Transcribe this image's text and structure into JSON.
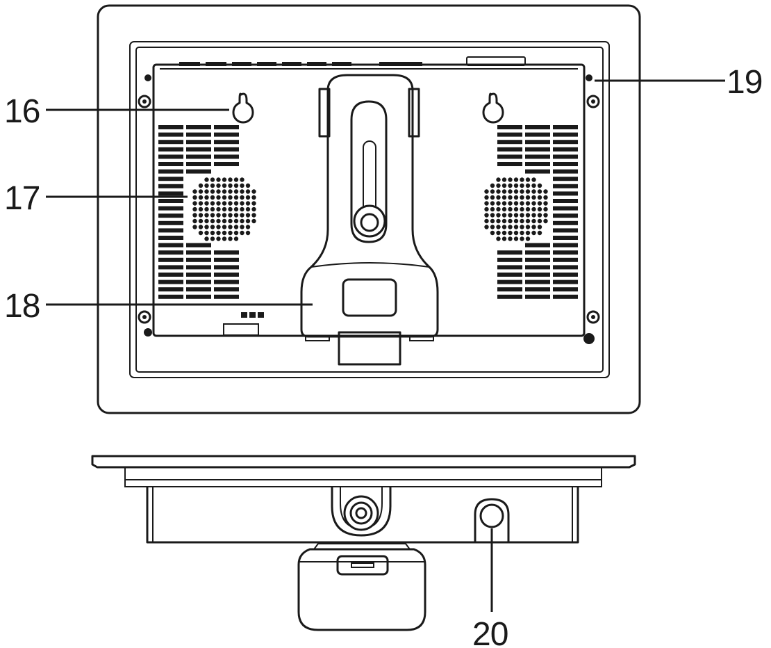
{
  "callouts": [
    {
      "id": "16",
      "text": "16"
    },
    {
      "id": "17",
      "text": "17"
    },
    {
      "id": "18",
      "text": "18"
    },
    {
      "id": "19",
      "text": "19"
    },
    {
      "id": "20",
      "text": "20"
    }
  ],
  "colors": {
    "stroke": "#1a1a1a",
    "background": "#ffffff"
  }
}
